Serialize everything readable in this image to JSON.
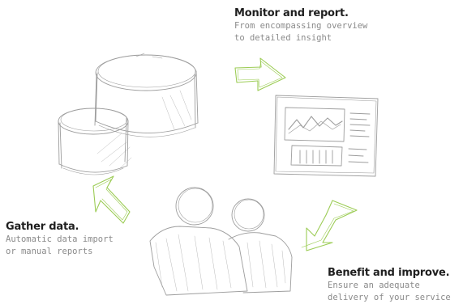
{
  "steps": {
    "monitor": {
      "title": "Monitor and report.",
      "desc_line1": "From encompassing overview",
      "desc_line2": "to detailed insight"
    },
    "gather": {
      "title": "Gather data.",
      "desc_line1": "Automatic data import",
      "desc_line2": "or manual reports"
    },
    "benefit": {
      "title": "Benefit and improve.",
      "desc_line1": "Ensure an adequate",
      "desc_line2": "delivery of your service"
    }
  },
  "colors": {
    "sketch": "#8c8c8c",
    "arrow": "#9ccc55",
    "title": "#1f1f1f",
    "desc": "#8a8a8a"
  },
  "icons": [
    "database-icon",
    "dashboard-icon",
    "people-icon",
    "cycle-arrow-icon"
  ]
}
